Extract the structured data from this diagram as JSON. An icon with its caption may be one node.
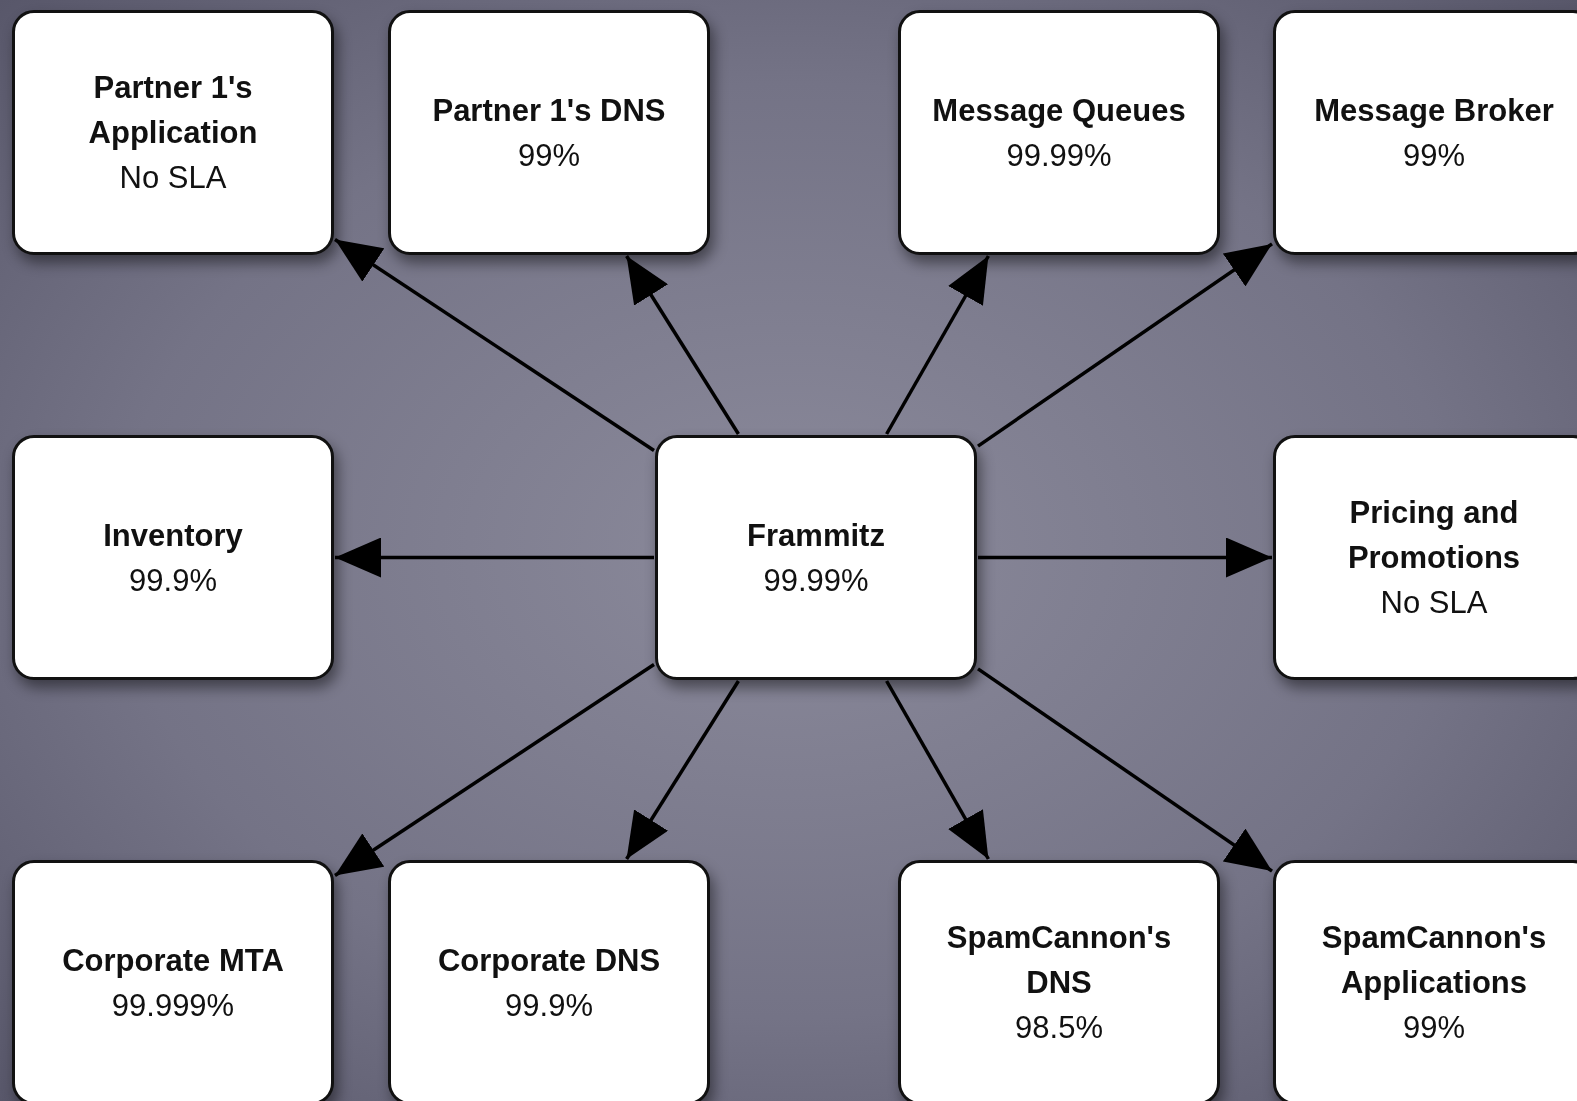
{
  "diagram": {
    "nodes": [
      {
        "text": [
          "Partner 1's Application",
          "No SLA"
        ]
      },
      {
        "text": [
          "Partner 1's DNS",
          "99%"
        ]
      },
      {
        "text": [
          "Message Queues",
          "99.99%"
        ]
      },
      {
        "text": [
          "Message Broker",
          "99%"
        ]
      },
      {
        "text": [
          "Inventory",
          "99.9%"
        ]
      },
      {
        "text": [
          "Frammitz",
          "99.99%"
        ]
      },
      {
        "text": [
          "Pricing and Promotions",
          "No SLA"
        ]
      },
      {
        "text": [
          "Corporate MTA",
          "99.999%"
        ]
      },
      {
        "text": [
          "Corporate DNS",
          "99.9%"
        ]
      },
      {
        "text": [
          "SpamCannon's DNS",
          "98.5%"
        ]
      },
      {
        "text": [
          "SpamCannon's Applications",
          "99%"
        ]
      }
    ],
    "edges": [
      {
        "from": 5,
        "to": 0,
        "arrow": "to"
      },
      {
        "from": 5,
        "to": 1,
        "arrow": "to"
      },
      {
        "from": 5,
        "to": 2,
        "arrow": "to"
      },
      {
        "from": 5,
        "to": 3,
        "arrow": "to"
      },
      {
        "from": 5,
        "to": 4,
        "arrow": "to"
      },
      {
        "from": 5,
        "to": 6,
        "arrow": "to"
      },
      {
        "from": 5,
        "to": 7,
        "arrow": "to"
      },
      {
        "from": 5,
        "to": 8,
        "arrow": "to"
      },
      {
        "from": 5,
        "to": 9,
        "arrow": "to"
      },
      {
        "from": 5,
        "to": 10,
        "arrow": "to"
      }
    ]
  }
}
